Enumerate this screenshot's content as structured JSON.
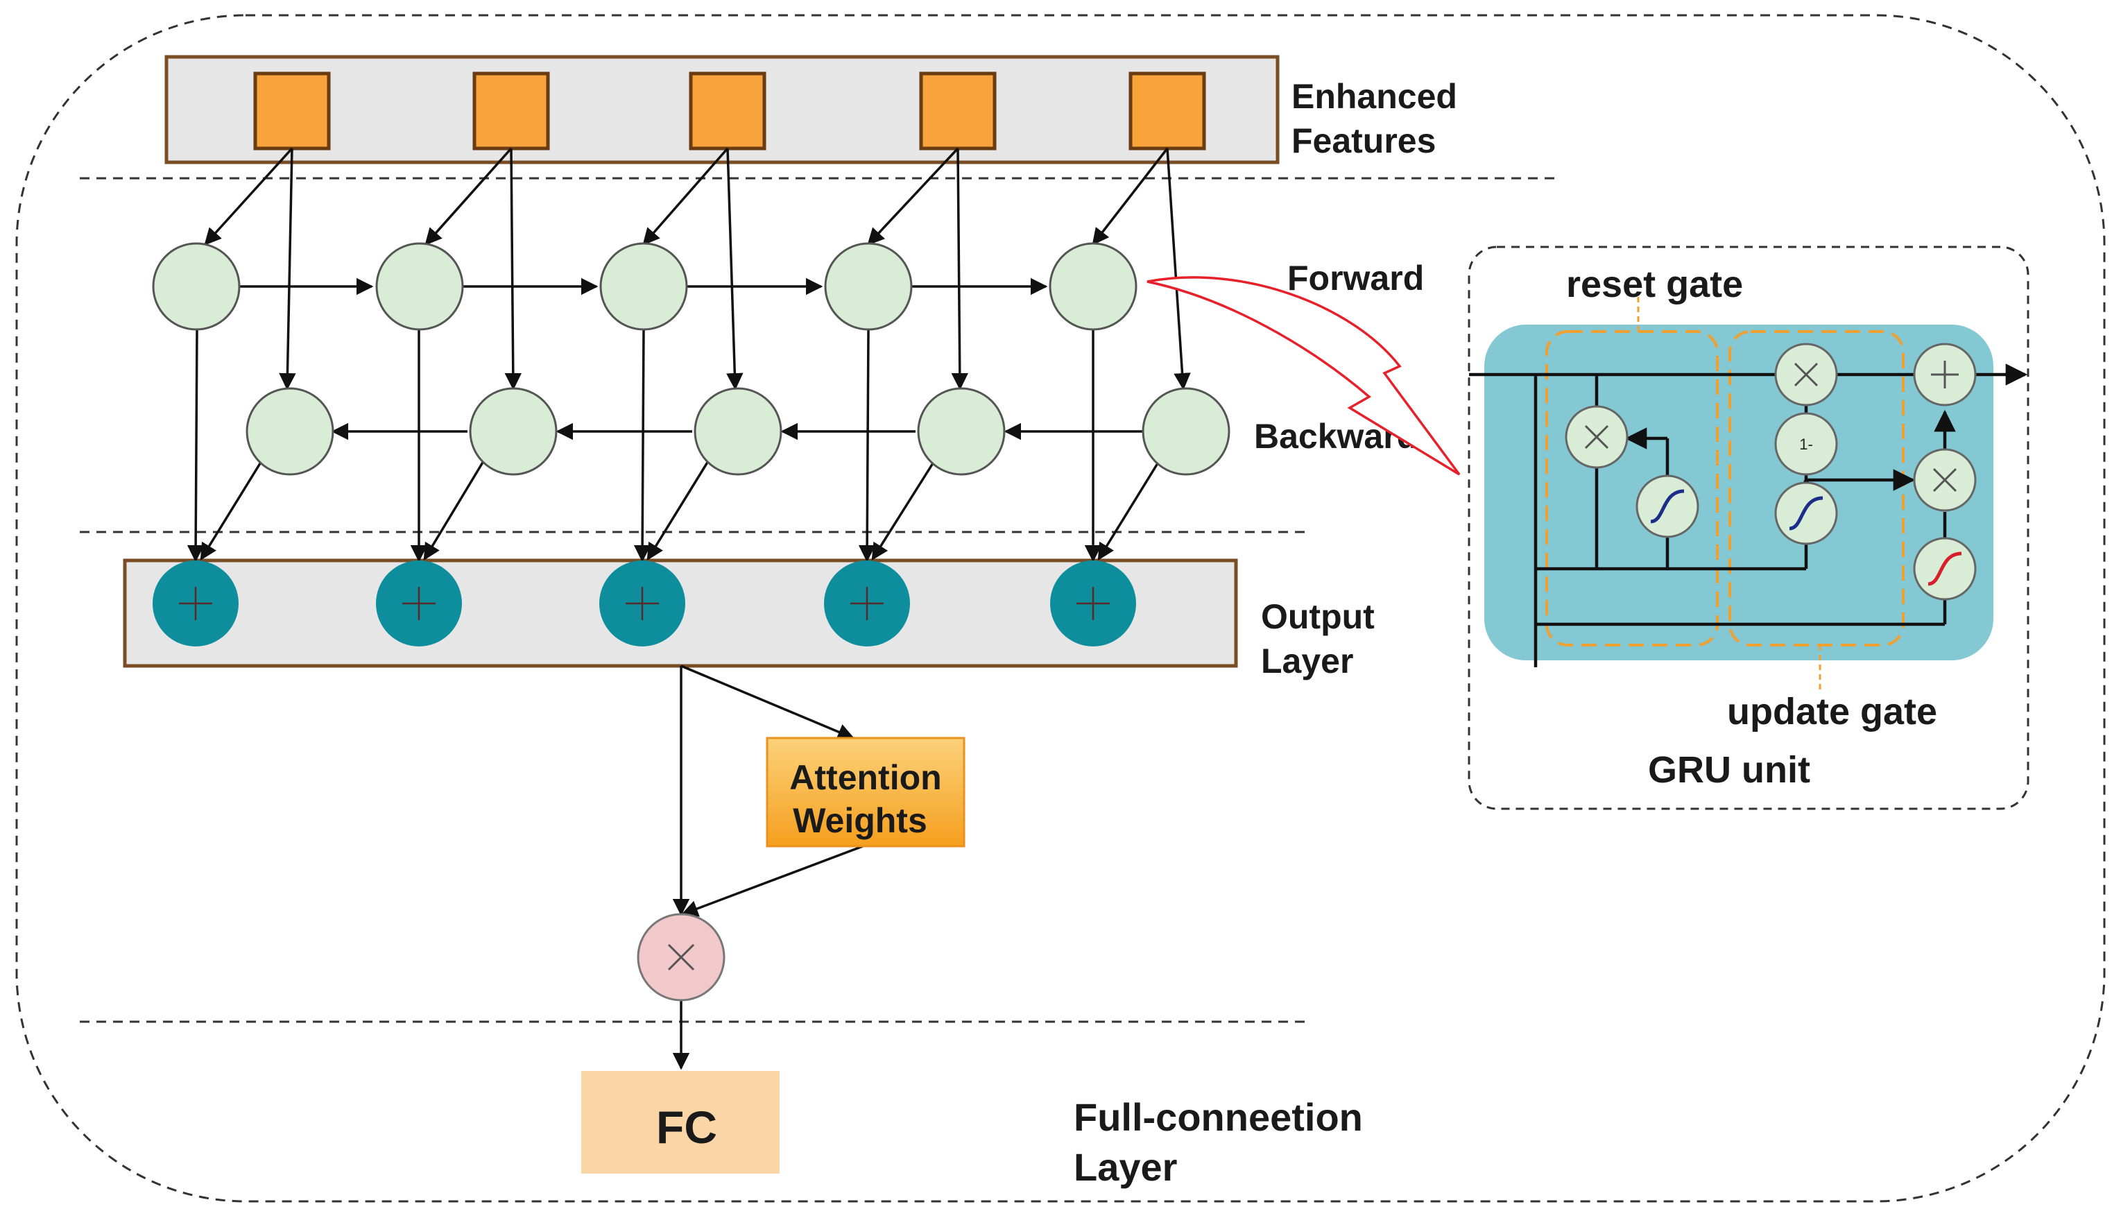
{
  "labels": {
    "enhanced_line1": "Enhanced",
    "enhanced_line2": "Features",
    "forward": "Forward",
    "backward": "Backward",
    "output_line1": "Output",
    "output_line2": "Layer",
    "attention_line1": "Attention",
    "attention_line2": "Weights",
    "fc": "FC",
    "fullconn_line1": "Full-conneetion",
    "fullconn_line2": "Layer"
  },
  "gru": {
    "reset_gate": "reset gate",
    "update_gate": "update gate",
    "title": "GRU unit",
    "one_minus": "1-"
  },
  "colors": {
    "feature_square": "#f8a33c",
    "feature_band": "#e6e6e6",
    "band_border": "#7a4e24",
    "rnn_node": "#d8ecd6",
    "output_node": "#0e8e9c",
    "attention_box": "#f9b23a",
    "multiply_node": "#f2c9cb",
    "fc_box": "#fad6a6",
    "gru_bg": "#84c8d4",
    "gate_border": "#f0a030",
    "pointer_arrow": "#e8202a"
  }
}
